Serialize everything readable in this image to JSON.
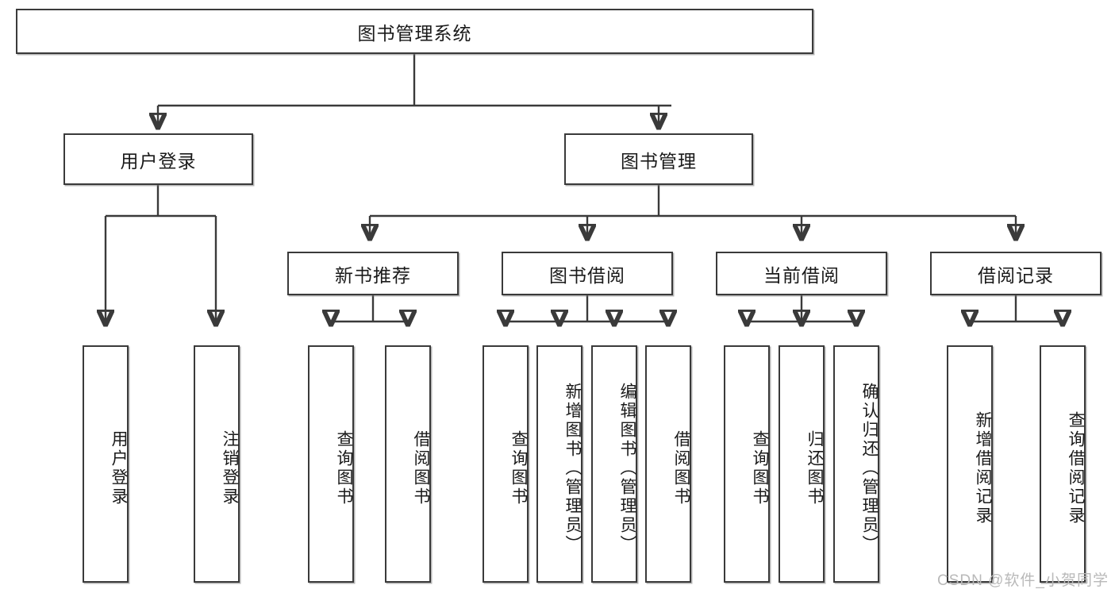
{
  "diagram": {
    "title": "图书管理系统",
    "type": "tree",
    "root": {
      "label": "图书管理系统"
    },
    "level2": [
      {
        "label": "用户登录"
      },
      {
        "label": "图书管理"
      }
    ],
    "level3": [
      {
        "label": "新书推荐"
      },
      {
        "label": "图书借阅"
      },
      {
        "label": "当前借阅"
      },
      {
        "label": "借阅记录"
      }
    ],
    "leaves": {
      "user_login": [
        {
          "label": "用户登录"
        },
        {
          "label": "注销登录"
        }
      ],
      "new_book_recommend": [
        {
          "label": "查询图书"
        },
        {
          "label": "借阅图书"
        }
      ],
      "book_borrow": [
        {
          "label": "查询图书"
        },
        {
          "label": "新增图书（管理员）"
        },
        {
          "label": "编辑图书（管理员）"
        },
        {
          "label": "借阅图书"
        }
      ],
      "current_borrow": [
        {
          "label": "查询图书"
        },
        {
          "label": "归还图书"
        },
        {
          "label": "确认归还（管理员）"
        }
      ],
      "borrow_records": [
        {
          "label": "新增借阅记录"
        },
        {
          "label": "查询借阅记录"
        }
      ]
    }
  },
  "watermark": {
    "text": "CSDN @软件_小贺同学"
  },
  "colors": {
    "stroke": "#3a3a3a",
    "background": "#ffffff",
    "text": "#1a1a1a",
    "watermark": "#b9b9b9"
  }
}
